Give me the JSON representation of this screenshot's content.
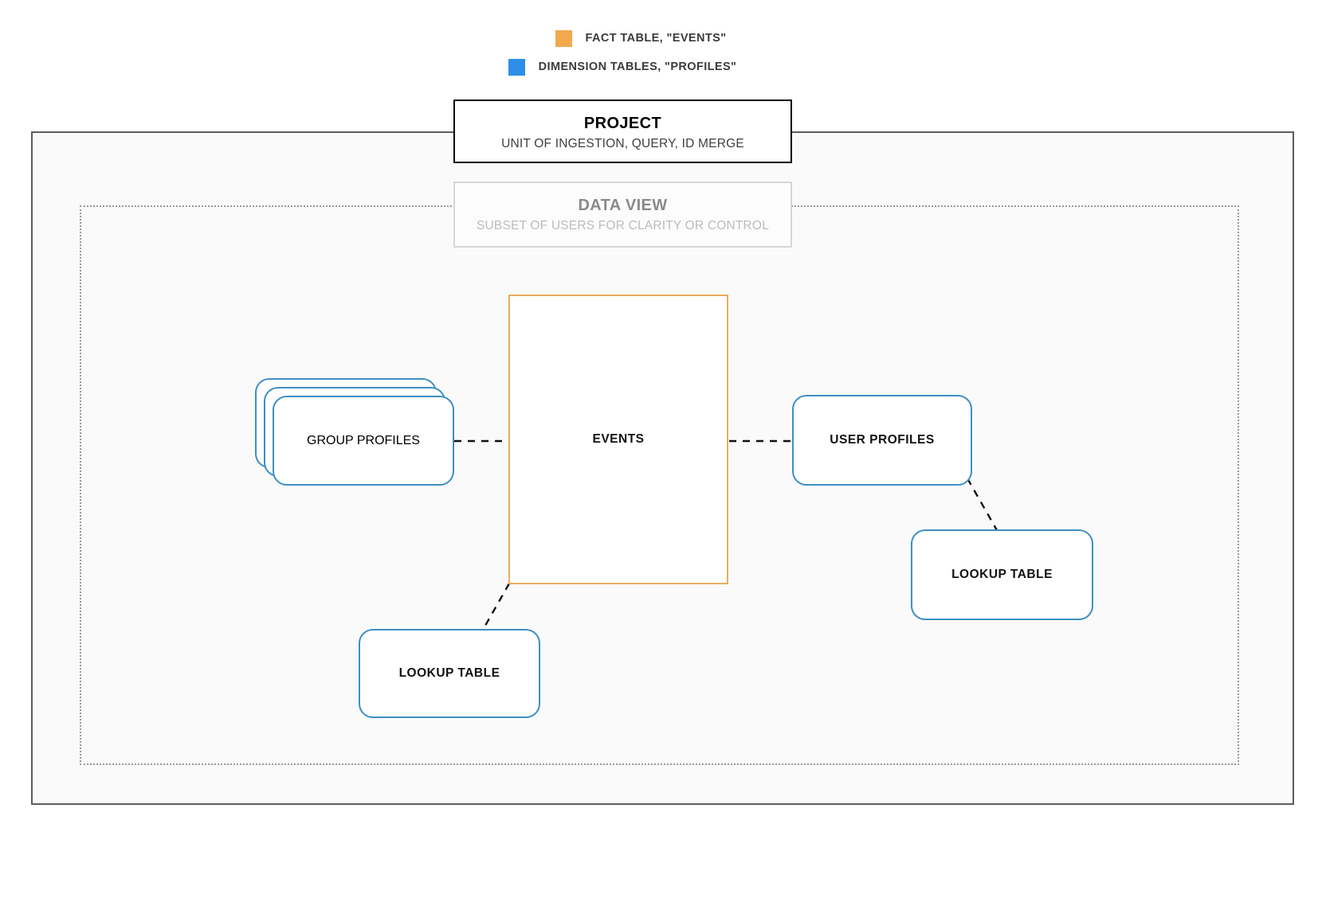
{
  "legend": {
    "items": [
      {
        "label": "FACT TABLE, \"EVENTS\"",
        "color": "#f2a94e",
        "icon": "fact-table-swatch"
      },
      {
        "label": "DIMENSION TABLES, \"PROFILES\"",
        "color": "#2d8fe8",
        "icon": "dimension-tables-swatch"
      }
    ]
  },
  "project": {
    "title": "PROJECT",
    "subtitle": "UNIT OF INGESTION, QUERY, ID MERGE",
    "border_color": "#000000"
  },
  "data_view": {
    "title": "DATA VIEW",
    "subtitle": "SUBSET OF USERS FOR CLARITY OR CONTROL",
    "border_color": "#d6d6d6"
  },
  "nodes": {
    "events": {
      "label": "EVENTS",
      "color": "#eaab60",
      "shape": "rectangle"
    },
    "group_profiles": {
      "label": "GROUP PROFILES",
      "color": "#3d8fc4",
      "shape": "stacked-rounded",
      "stack_count": 3
    },
    "user_profiles": {
      "label": "USER PROFILES",
      "color": "#3d8fc4",
      "shape": "rounded"
    },
    "lookup_table_left": {
      "label": "LOOKUP TABLE",
      "color": "#3d8fc4",
      "shape": "rounded"
    },
    "lookup_table_right": {
      "label": "LOOKUP TABLE",
      "color": "#3d8fc4",
      "shape": "rounded"
    }
  },
  "connectors": [
    {
      "name": "group-profiles-to-events",
      "style": "dashed",
      "color": "#111111"
    },
    {
      "name": "events-to-user-profiles",
      "style": "dashed",
      "color": "#111111"
    },
    {
      "name": "events-to-lookup-table-left",
      "style": "dashed",
      "color": "#111111"
    },
    {
      "name": "user-profiles-to-lookup-table-right",
      "style": "dashed",
      "color": "#111111"
    }
  ],
  "containers": {
    "project_box_fill": "#fafafa",
    "project_box_border": "#5c5c5c",
    "data_view_box_border": "#9a9a9a"
  }
}
